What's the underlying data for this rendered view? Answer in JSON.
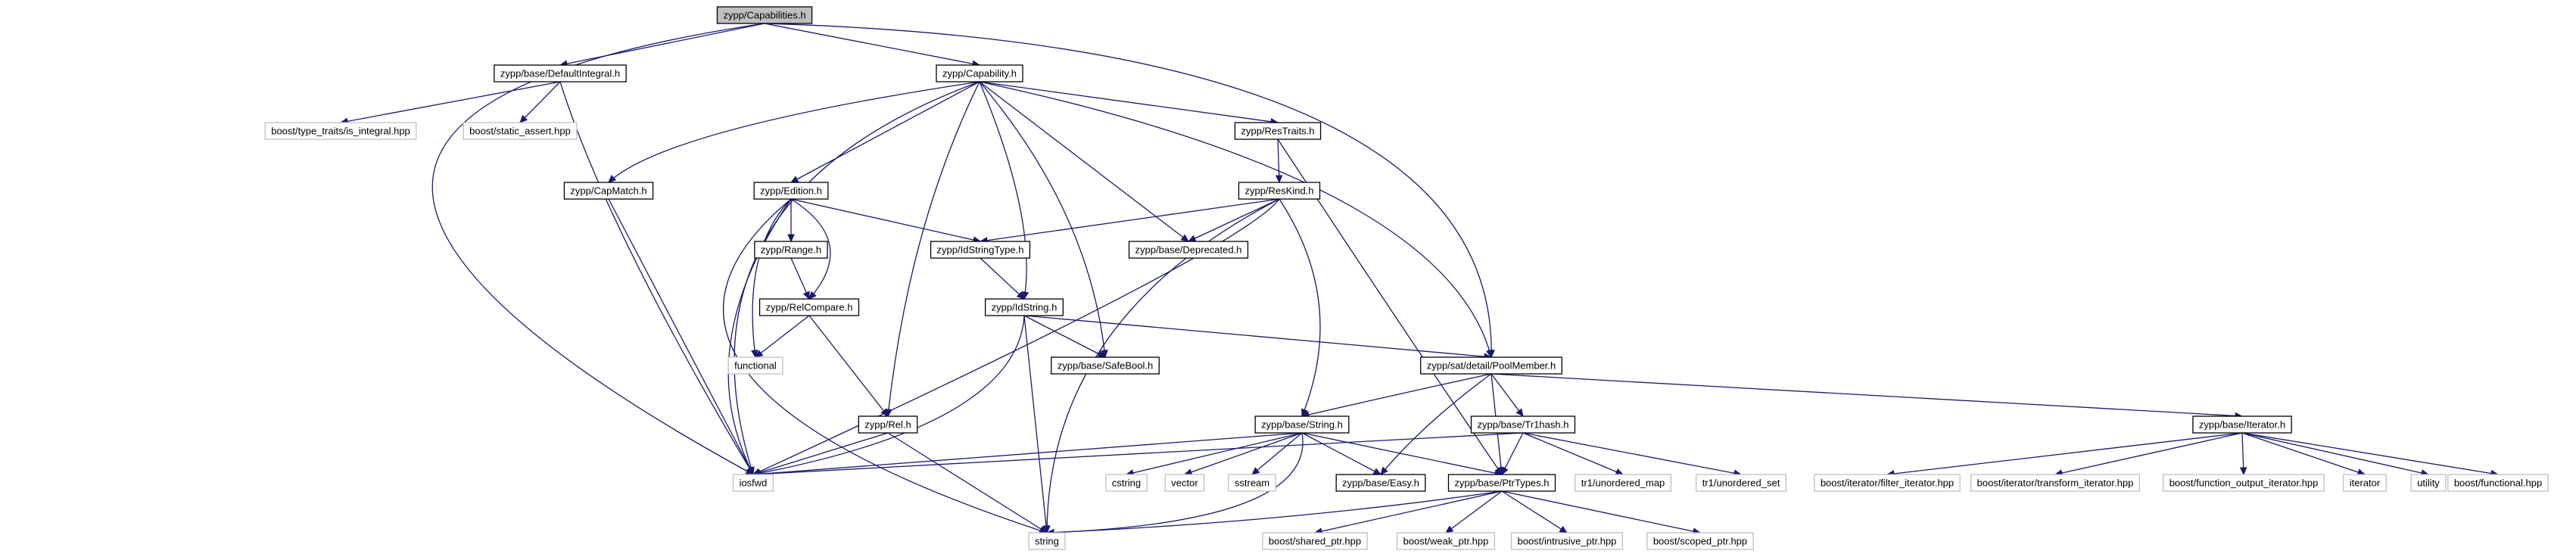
{
  "colors": {
    "edge": "#191970",
    "root_fill": "#bfbfbf",
    "external_border": "#bfbfbf",
    "box_border": "#000000"
  },
  "nodes": {
    "capabilities": {
      "label": "zypp/Capabilities.h",
      "kind": "root"
    },
    "default_integral": {
      "label": "zypp/base/DefaultIntegral.h",
      "kind": "linked"
    },
    "capability": {
      "label": "zypp/Capability.h",
      "kind": "linked"
    },
    "is_integral": {
      "label": "boost/type_traits/is_integral.hpp",
      "kind": "external"
    },
    "static_assert": {
      "label": "boost/static_assert.hpp",
      "kind": "external"
    },
    "res_traits": {
      "label": "zypp/ResTraits.h",
      "kind": "linked"
    },
    "cap_match": {
      "label": "zypp/CapMatch.h",
      "kind": "linked"
    },
    "edition": {
      "label": "zypp/Edition.h",
      "kind": "linked"
    },
    "res_kind": {
      "label": "zypp/ResKind.h",
      "kind": "linked"
    },
    "range": {
      "label": "zypp/Range.h",
      "kind": "linked"
    },
    "id_string_type": {
      "label": "zypp/IdStringType.h",
      "kind": "linked"
    },
    "deprecated": {
      "label": "zypp/base/Deprecated.h",
      "kind": "linked"
    },
    "rel_compare": {
      "label": "zypp/RelCompare.h",
      "kind": "linked"
    },
    "id_string": {
      "label": "zypp/IdString.h",
      "kind": "linked"
    },
    "functional": {
      "label": "functional",
      "kind": "external"
    },
    "safe_bool": {
      "label": "zypp/base/SafeBool.h",
      "kind": "linked"
    },
    "pool_member": {
      "label": "zypp/sat/detail/PoolMember.h",
      "kind": "linked"
    },
    "rel": {
      "label": "zypp/Rel.h",
      "kind": "linked"
    },
    "string_h": {
      "label": "zypp/base/String.h",
      "kind": "linked"
    },
    "tr1hash": {
      "label": "zypp/base/Tr1hash.h",
      "kind": "linked"
    },
    "iterator_h": {
      "label": "zypp/base/Iterator.h",
      "kind": "linked"
    },
    "iosfwd": {
      "label": "iosfwd",
      "kind": "external"
    },
    "cstring": {
      "label": "cstring",
      "kind": "external"
    },
    "vector": {
      "label": "vector",
      "kind": "external"
    },
    "sstream": {
      "label": "sstream",
      "kind": "external"
    },
    "easy": {
      "label": "zypp/base/Easy.h",
      "kind": "linked"
    },
    "ptr_types": {
      "label": "zypp/base/PtrTypes.h",
      "kind": "linked"
    },
    "unordered_map": {
      "label": "tr1/unordered_map",
      "kind": "external"
    },
    "unordered_set": {
      "label": "tr1/unordered_set",
      "kind": "external"
    },
    "filter_iterator": {
      "label": "boost/iterator/filter_iterator.hpp",
      "kind": "external"
    },
    "transform_iterator": {
      "label": "boost/iterator/transform_iterator.hpp",
      "kind": "external"
    },
    "function_output_iterator": {
      "label": "boost/function_output_iterator.hpp",
      "kind": "external"
    },
    "iterator": {
      "label": "iterator",
      "kind": "external"
    },
    "utility": {
      "label": "utility",
      "kind": "external"
    },
    "boost_functional": {
      "label": "boost/functional.hpp",
      "kind": "external"
    },
    "string": {
      "label": "string",
      "kind": "external"
    },
    "shared_ptr": {
      "label": "boost/shared_ptr.hpp",
      "kind": "external"
    },
    "weak_ptr": {
      "label": "boost/weak_ptr.hpp",
      "kind": "external"
    },
    "intrusive_ptr": {
      "label": "boost/intrusive_ptr.hpp",
      "kind": "external"
    },
    "scoped_ptr": {
      "label": "boost/scoped_ptr.hpp",
      "kind": "external"
    }
  },
  "edges": [
    [
      "capabilities",
      "default_integral"
    ],
    [
      "capabilities",
      "capability"
    ],
    [
      "capabilities",
      "iosfwd"
    ],
    [
      "capabilities",
      "pool_member"
    ],
    [
      "default_integral",
      "is_integral"
    ],
    [
      "default_integral",
      "static_assert"
    ],
    [
      "default_integral",
      "iosfwd"
    ],
    [
      "capability",
      "iosfwd"
    ],
    [
      "capability",
      "cap_match"
    ],
    [
      "capability",
      "edition"
    ],
    [
      "capability",
      "res_traits"
    ],
    [
      "capability",
      "deprecated"
    ],
    [
      "capability",
      "id_string"
    ],
    [
      "capability",
      "safe_bool"
    ],
    [
      "capability",
      "rel"
    ],
    [
      "capability",
      "pool_member"
    ],
    [
      "cap_match",
      "iosfwd"
    ],
    [
      "edition",
      "range"
    ],
    [
      "edition",
      "rel_compare"
    ],
    [
      "edition",
      "id_string_type"
    ],
    [
      "edition",
      "functional"
    ],
    [
      "edition",
      "iosfwd"
    ],
    [
      "edition",
      "string"
    ],
    [
      "res_traits",
      "res_kind"
    ],
    [
      "res_traits",
      "ptr_types"
    ],
    [
      "res_kind",
      "id_string_type"
    ],
    [
      "res_kind",
      "deprecated"
    ],
    [
      "res_kind",
      "string_h"
    ],
    [
      "res_kind",
      "string"
    ],
    [
      "res_kind",
      "iosfwd"
    ],
    [
      "range",
      "rel_compare"
    ],
    [
      "id_string_type",
      "id_string"
    ],
    [
      "rel_compare",
      "functional"
    ],
    [
      "rel_compare",
      "rel"
    ],
    [
      "id_string",
      "safe_bool"
    ],
    [
      "id_string",
      "pool_member"
    ],
    [
      "id_string",
      "iosfwd"
    ],
    [
      "id_string",
      "string"
    ],
    [
      "pool_member",
      "string_h"
    ],
    [
      "pool_member",
      "tr1hash"
    ],
    [
      "pool_member",
      "iterator_h"
    ],
    [
      "pool_member",
      "easy"
    ],
    [
      "pool_member",
      "ptr_types"
    ],
    [
      "rel",
      "iosfwd"
    ],
    [
      "rel",
      "string"
    ],
    [
      "string_h",
      "iosfwd"
    ],
    [
      "string_h",
      "cstring"
    ],
    [
      "string_h",
      "vector"
    ],
    [
      "string_h",
      "sstream"
    ],
    [
      "string_h",
      "easy"
    ],
    [
      "string_h",
      "ptr_types"
    ],
    [
      "string_h",
      "string"
    ],
    [
      "tr1hash",
      "iosfwd"
    ],
    [
      "tr1hash",
      "unordered_map"
    ],
    [
      "tr1hash",
      "unordered_set"
    ],
    [
      "tr1hash",
      "ptr_types"
    ],
    [
      "iterator_h",
      "filter_iterator"
    ],
    [
      "iterator_h",
      "transform_iterator"
    ],
    [
      "iterator_h",
      "function_output_iterator"
    ],
    [
      "iterator_h",
      "iterator"
    ],
    [
      "iterator_h",
      "utility"
    ],
    [
      "iterator_h",
      "boost_functional"
    ],
    [
      "ptr_types",
      "string"
    ],
    [
      "ptr_types",
      "shared_ptr"
    ],
    [
      "ptr_types",
      "weak_ptr"
    ],
    [
      "ptr_types",
      "intrusive_ptr"
    ],
    [
      "ptr_types",
      "scoped_ptr"
    ]
  ]
}
